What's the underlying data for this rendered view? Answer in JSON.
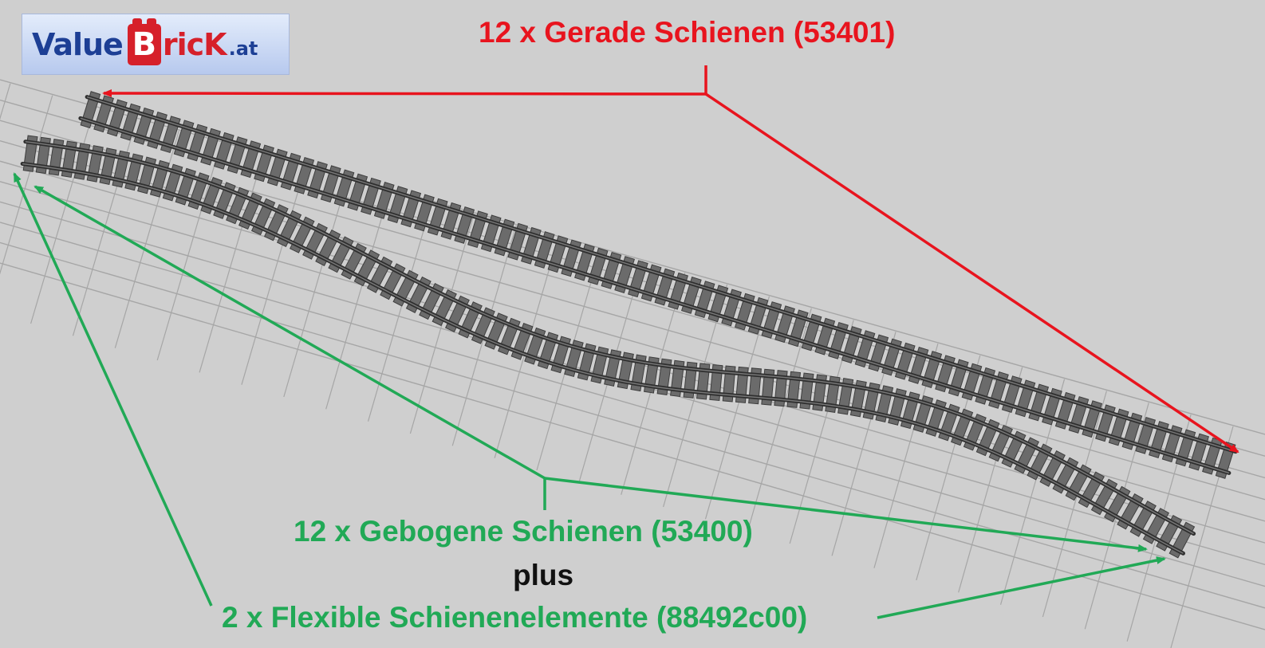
{
  "logo": {
    "part1": "Value",
    "brick_letter": "B",
    "part2": "ricK",
    "part3": ".at"
  },
  "labels": {
    "straight": "12 x Gerade Schienen (53401)",
    "curved": "12 x  Gebogene Schienen (53400)",
    "plus": "plus",
    "flexible": "2 x  Flexible Schienenelemente (88492c00)"
  },
  "colors": {
    "background": "#cfcfcf",
    "grid": "#a6a6a6",
    "track": "#5a5a5a",
    "red_annotation": "#e8141e",
    "green_annotation": "#21a956"
  },
  "icons": {
    "logo_brick": "lego-brick-icon"
  }
}
